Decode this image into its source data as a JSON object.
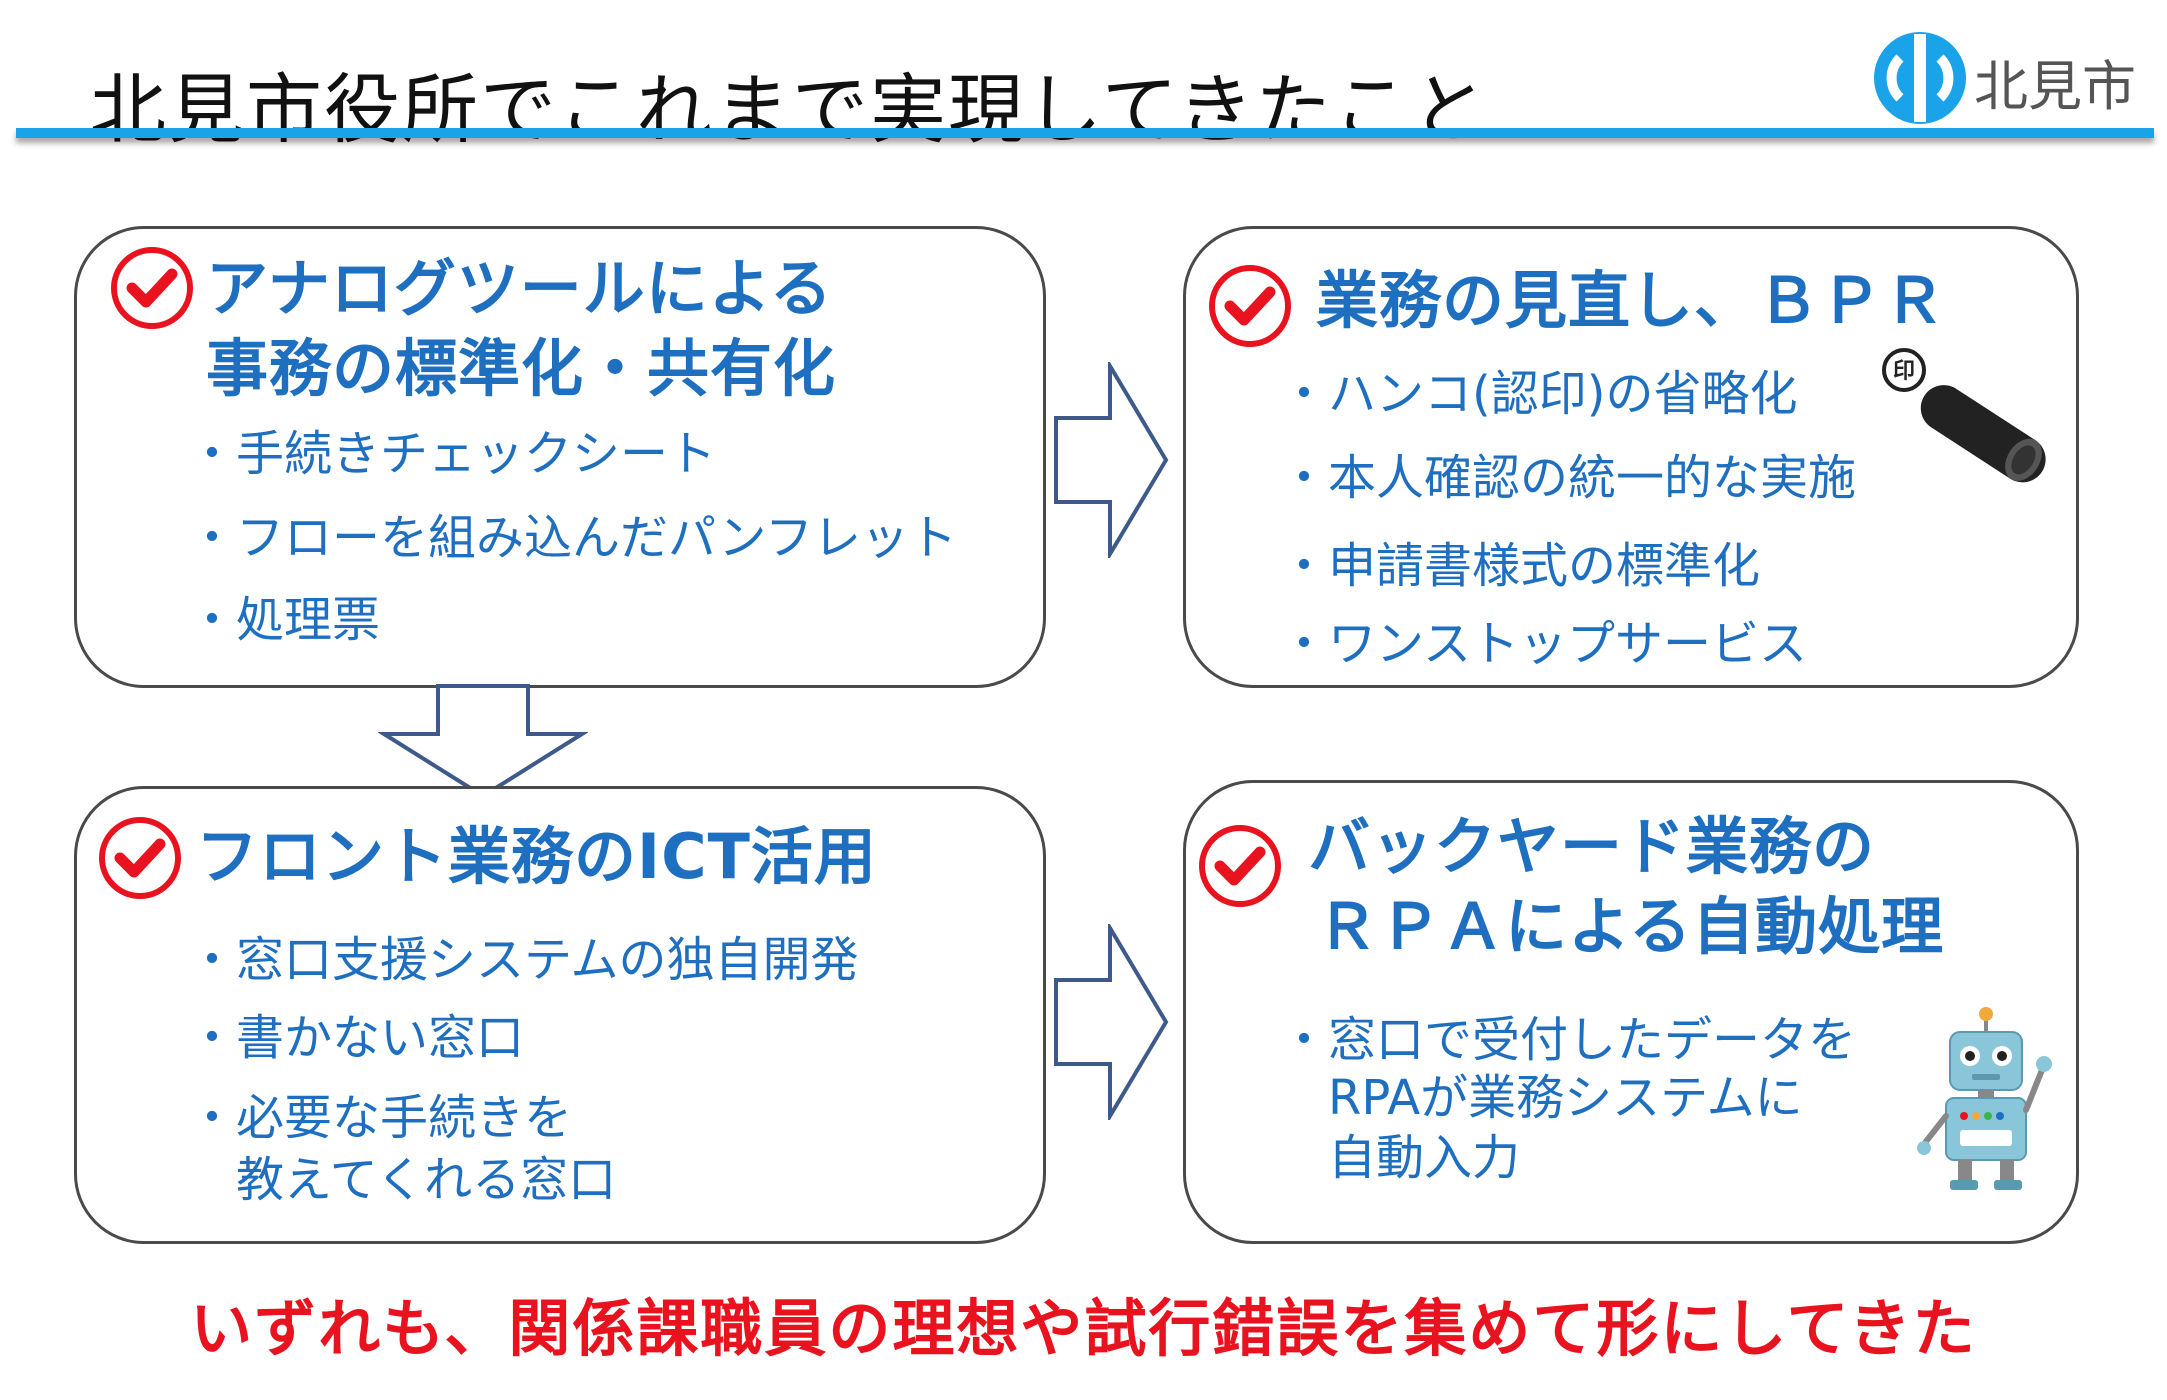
{
  "slide": {
    "title": "北見市役所でこれまで実現してきたこと",
    "logo_text": "北見市",
    "footer": "いずれも、関係課職員の理想や試行錯誤を集めて形にしてきた"
  },
  "boxes": {
    "analog": {
      "heading_line1": "アナログツールによる",
      "heading_line2": "事務の標準化・共有化",
      "items": [
        "・手続きチェックシート",
        "・フローを組み込んだパンフレット",
        "・処理票"
      ]
    },
    "bpr": {
      "heading": "業務の見直し、ＢＰＲ",
      "items": [
        "・ハンコ(認印)の省略化",
        "・本人確認の統一的な実施",
        "・申請書様式の標準化",
        "・ワンストップサービス"
      ],
      "stamp_label": "印"
    },
    "ict": {
      "heading": "フロント業務のICT活用",
      "items": [
        "・窓口支援システムの独自開発",
        "・書かない窓口",
        "・必要な手続きを",
        "　教えてくれる窓口"
      ]
    },
    "rpa": {
      "heading_line1": "バックヤード業務の",
      "heading_line2": "ＲＰＡによる自動処理",
      "items": [
        "・窓口で受付したデータを",
        "　RPAが業務システムに",
        "　自動入力"
      ]
    }
  },
  "icons": {
    "check": "check-circle-icon",
    "arrow": "outline-arrow-icon",
    "stamp": "hanko-stamp-icon",
    "robot": "robot-icon",
    "logo": "kitami-logo-icon"
  },
  "colors": {
    "heading_blue": "#1f6fc0",
    "accent_red": "#e8131e",
    "title_bar": "#1aa3e8",
    "arrow_stroke": "#3d5a8a"
  }
}
